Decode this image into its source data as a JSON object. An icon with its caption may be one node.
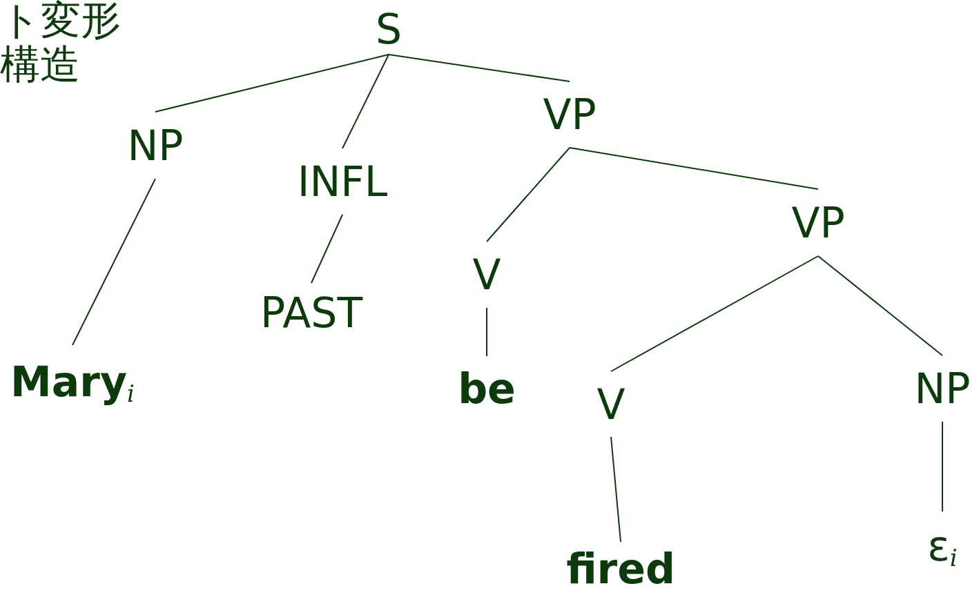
{
  "diagram": {
    "nodes": [
      {
        "text": [
          "S"
        ]
      },
      {
        "text": [
          "NP"
        ]
      },
      {
        "text": [
          "INFL"
        ]
      },
      {
        "text": [
          "VP"
        ]
      },
      {
        "text": [
          "Mary$_{i}$"
        ]
      },
      {
        "text": [
          "PAST"
        ]
      },
      {
        "text": [
          "V"
        ]
      },
      {
        "text": [
          "VP"
        ]
      },
      {
        "text": [
          "be"
        ]
      },
      {
        "text": [
          "V"
        ]
      },
      {
        "text": [
          "NP"
        ]
      },
      {
        "text": [
          "fired"
        ]
      },
      {
        "text": [
          "ε$_{i}$"
        ]
      }
    ],
    "edges": [
      {
        "from": 0,
        "to": 1,
        "arrow": "none"
      },
      {
        "from": 0,
        "to": 2,
        "arrow": "none"
      },
      {
        "from": 0,
        "to": 3,
        "arrow": "none"
      },
      {
        "from": 1,
        "to": 4,
        "arrow": "none"
      },
      {
        "from": 2,
        "to": 5,
        "arrow": "none"
      },
      {
        "from": 3,
        "to": 6,
        "arrow": "none"
      },
      {
        "from": 3,
        "to": 7,
        "arrow": "none"
      },
      {
        "from": 6,
        "to": 8,
        "arrow": "none"
      },
      {
        "from": 7,
        "to": 9,
        "arrow": "none"
      },
      {
        "from": 7,
        "to": 10,
        "arrow": "none"
      },
      {
        "from": 9,
        "to": 11,
        "arrow": "none"
      },
      {
        "from": 10,
        "to": 12,
        "arrow": "none"
      }
    ],
    "labels": [
      "ト変形",
      "構造"
    ]
  }
}
